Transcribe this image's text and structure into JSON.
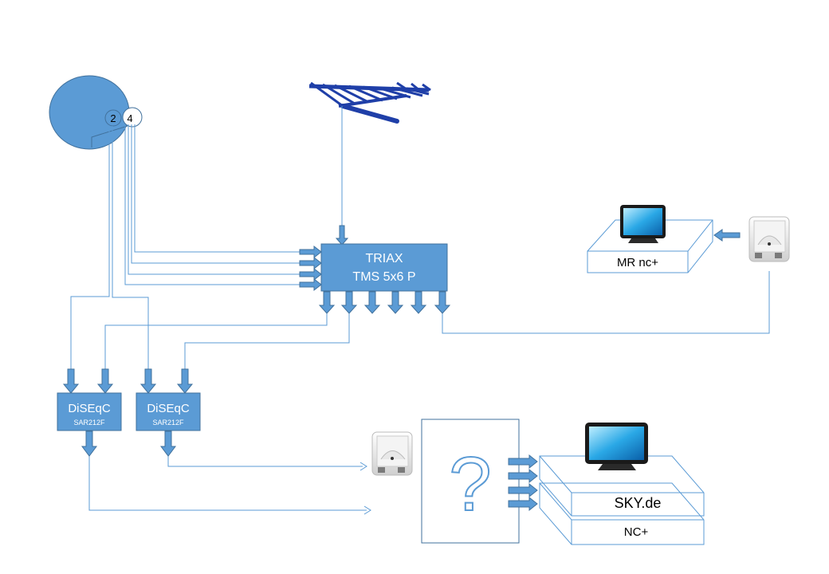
{
  "dish": {
    "lnb_left_label": "2",
    "lnb_right_label": "4"
  },
  "multiswitch": {
    "line1": "TRIAX",
    "line2": "TMS 5x6 P"
  },
  "diseqc_left": {
    "title": "DiSEqC",
    "model": "SAR212F"
  },
  "diseqc_right": {
    "title": "DiSEqC",
    "model": "SAR212F"
  },
  "receiver_mr": {
    "label": "MR nc+"
  },
  "receiver_sky": {
    "label": "SKY.de"
  },
  "receiver_nc": {
    "label": "NC+"
  },
  "unknown_device": {
    "symbol": "?"
  },
  "colors": {
    "blue": "#5b9bd5",
    "blue_dark": "#41719c",
    "wire": "#5b9bd5",
    "antenna": "#1f3fa8"
  }
}
